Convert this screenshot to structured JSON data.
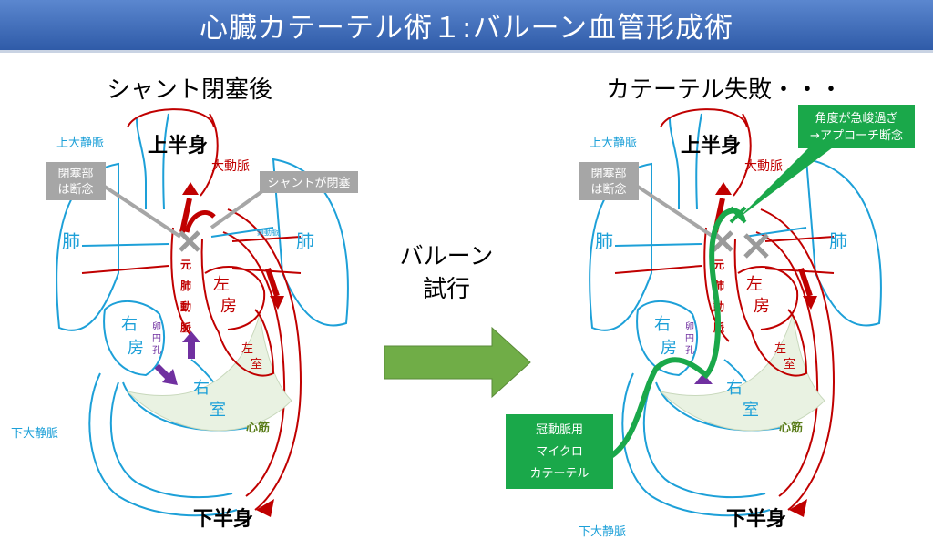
{
  "title": "心臓カテーテル術１:バルーン血管形成術",
  "left_panel": {
    "heading": "シャント閉塞後",
    "upper_body": "上半身",
    "lower_body": "下半身",
    "svc": "上大静脈",
    "ivc": "下大静脈",
    "aorta": "大動脈",
    "lung_left": "肺",
    "lung_right": "肺",
    "pa": [
      "元",
      "肺",
      "動",
      "脈"
    ],
    "la": [
      "左",
      "房"
    ],
    "lv": [
      "左",
      "室"
    ],
    "ra": [
      "右",
      "房"
    ],
    "rv": [
      "右",
      "室"
    ],
    "foramen": [
      "卵",
      "円",
      "孔"
    ],
    "muscle": "心筋",
    "small_artery": "鎖動脈",
    "callout_cut": [
      "閉塞部",
      "は断念"
    ],
    "callout_shunt": "シャントが閉塞"
  },
  "middle": {
    "label_line1": "バルーン",
    "label_line2": "試行"
  },
  "right_panel": {
    "heading": "カテーテル失敗・・・",
    "upper_body": "上半身",
    "lower_body": "下半身",
    "svc": "上大静脈",
    "ivc": "下大静脈",
    "aorta": "大動脈",
    "lung_left": "肺",
    "lung_right": "肺",
    "pa": [
      "元",
      "肺",
      "動",
      "脈"
    ],
    "la": [
      "左",
      "房"
    ],
    "lv": [
      "左",
      "室"
    ],
    "ra": [
      "右",
      "房"
    ],
    "rv": [
      "右",
      "室"
    ],
    "foramen": [
      "卵",
      "円",
      "孔"
    ],
    "muscle": "心筋",
    "callout_cut": [
      "閉塞部",
      "は断念"
    ],
    "callout_angle": [
      "角度が急峻過ぎ",
      "→アプローチ断念"
    ],
    "callout_catheter": [
      "冠動脈用",
      "マイクロ",
      "カテーテル"
    ]
  },
  "colors": {
    "title_bar": "#3f6bb9",
    "artery": "#c00000",
    "vein": "#1da0d8",
    "catheter": "#1aa84a",
    "arrow_green": "#70ad47",
    "purple": "#7030a0",
    "callout_gray": "#a6a6a6"
  }
}
